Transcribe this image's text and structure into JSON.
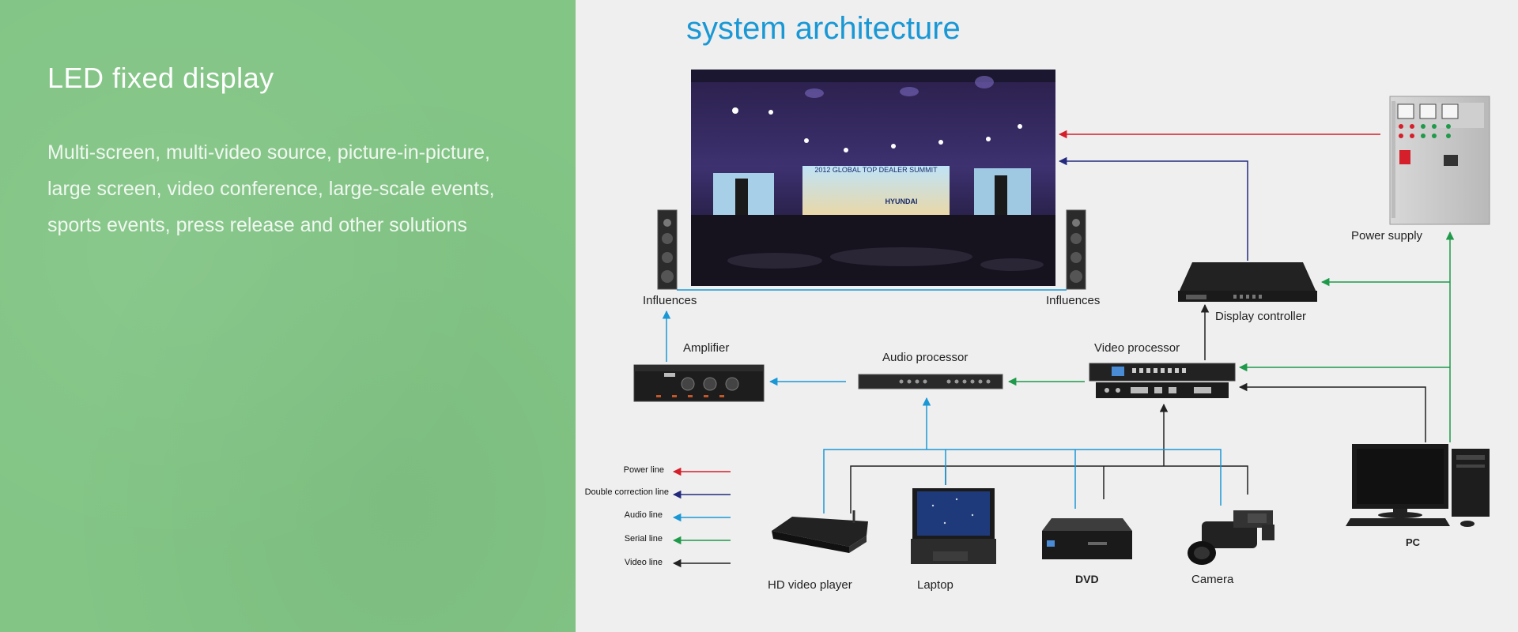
{
  "left": {
    "title": "LED fixed display",
    "description": "Multi-screen, multi-video source, picture-in-picture,\n large screen, video conference, large-scale events,\nsports events, press release and other solutions"
  },
  "diagram": {
    "title": "system architecture",
    "labels": {
      "influences_left": "Influences",
      "influences_right": "Influences",
      "amplifier": "Amplifier",
      "audio_processor": "Audio processor",
      "video_processor": "Video processor",
      "display_controller": "Display controller",
      "power_supply": "Power supply",
      "hd_video_player": "HD video player",
      "laptop": "Laptop",
      "dvd": "DVD",
      "camera": "Camera",
      "pc": "PC"
    },
    "legend": [
      {
        "label": "Power line",
        "color": "#d51f2a"
      },
      {
        "label": "Double correction line",
        "color": "#232a7e"
      },
      {
        "label": "Audio line",
        "color": "#1a98d5"
      },
      {
        "label": "Serial line",
        "color": "#1f9a4a"
      },
      {
        "label": "Video line",
        "color": "#222222"
      }
    ],
    "screen": {
      "banner_text": "2012 GLOBAL TOP DEALER SUMMIT",
      "brand_text": "HYUNDAI"
    }
  }
}
